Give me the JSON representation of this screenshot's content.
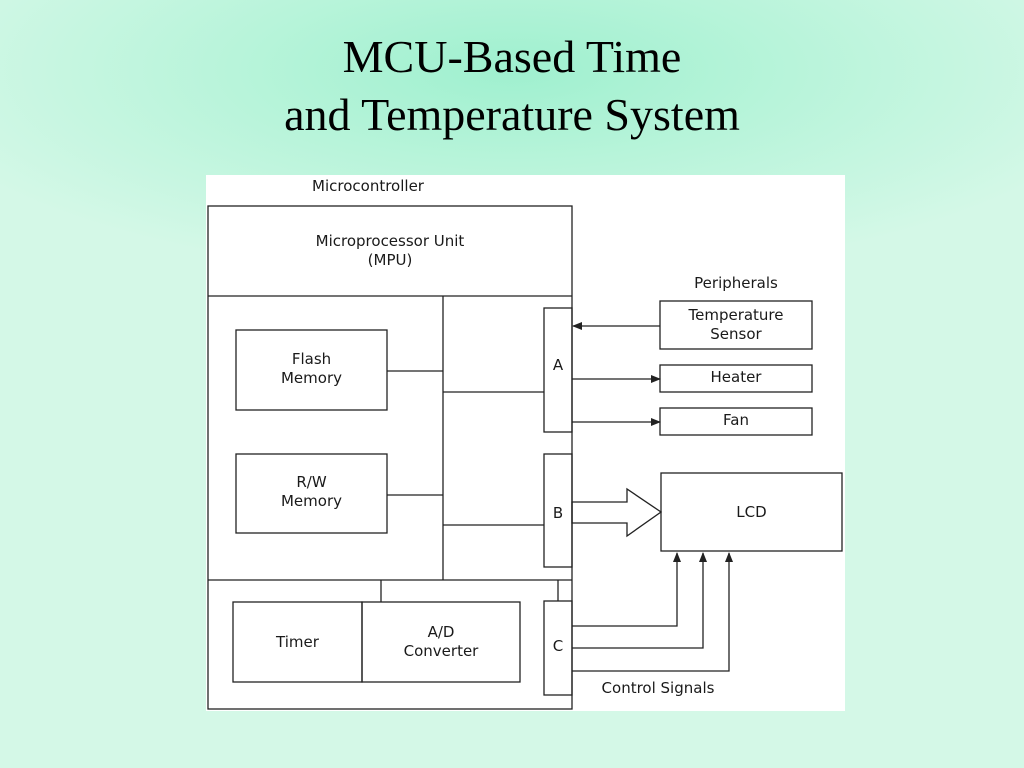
{
  "slide": {
    "title_line1": "MCU-Based Time",
    "title_line2": "and Temperature System"
  },
  "diagram": {
    "microcontroller_label": "Microcontroller",
    "mpu_line1": "Microprocessor Unit",
    "mpu_line2": "(MPU)",
    "flash_line1": "Flash",
    "flash_line2": "Memory",
    "rw_line1": "R/W",
    "rw_line2": "Memory",
    "timer": "Timer",
    "adc_line1": "A/D",
    "adc_line2": "Converter",
    "port_a": "A",
    "port_b": "B",
    "port_c": "C",
    "peripherals_label": "Peripherals",
    "temp_line1": "Temperature",
    "temp_line2": "Sensor",
    "heater": "Heater",
    "fan": "Fan",
    "lcd": "LCD",
    "control_signals": "Control Signals"
  },
  "colors": {
    "background": "#d4f8e7",
    "diagram_line": "#222222",
    "diagram_background": "#ffffff"
  }
}
